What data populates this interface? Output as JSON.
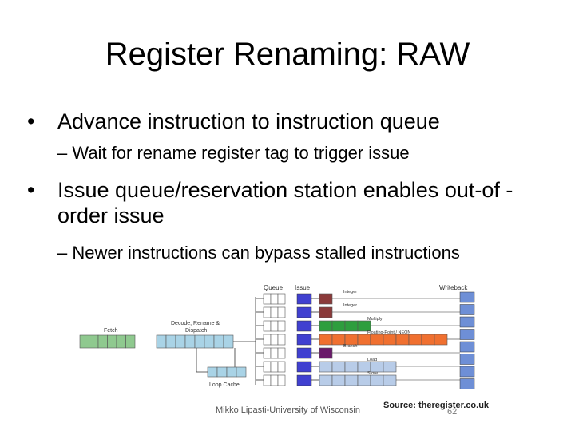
{
  "slide": {
    "title": "Register Renaming: RAW",
    "bullets": [
      {
        "marker": "•",
        "text": "Advance instruction to instruction queue",
        "sub": {
          "marker": "–",
          "text": "Wait for rename register tag to trigger issue"
        }
      },
      {
        "marker": "•",
        "text": "Issue queue/reservation station enables out-of -order issue",
        "sub": {
          "marker": "–",
          "text": "Newer instructions can bypass stalled instructions"
        }
      }
    ],
    "footer": "Mikko Lipasti-University of Wisconsin",
    "source": "Source: theregister.co.uk",
    "page_number": "62"
  },
  "diagram": {
    "labels": {
      "queue": "Queue",
      "issue": "Issue",
      "writeback": "Writeback",
      "fetch": "Fetch",
      "decode": "Decode, Rename &\nDispatch",
      "loop_cache": "Loop Cache",
      "units": [
        "Integer",
        "Integer",
        "Multiply",
        "Floating-Point / NEON",
        "Branch",
        "Load",
        "Store"
      ]
    },
    "colors": {
      "fetch": "#8fc98f",
      "decode": "#a9d3e6",
      "issue": "#4040d0",
      "integer": "#8b3a3a",
      "multiply": "#2e9e3e",
      "fpneon": "#f07030",
      "branch": "#6a1a6a",
      "loadstore": "#b8cce8",
      "writeback": "#6e8fd6"
    }
  }
}
